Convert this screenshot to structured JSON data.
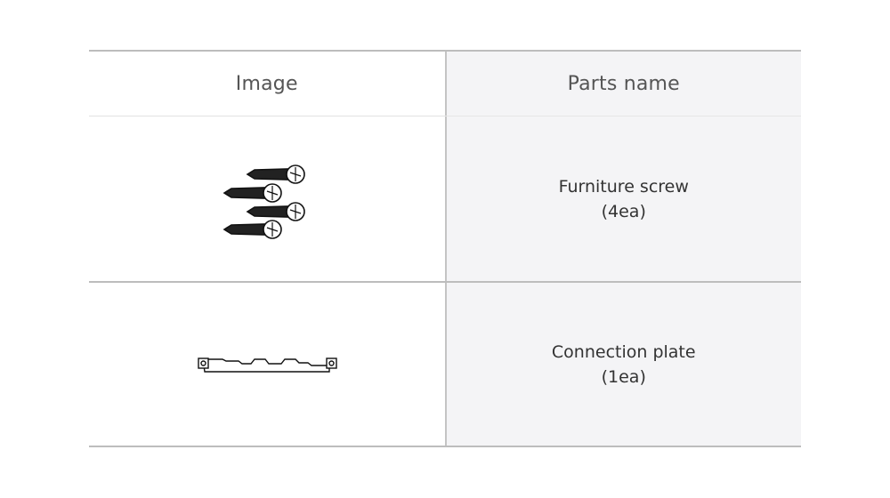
{
  "table": {
    "headers": {
      "image": "Image",
      "parts_name": "Parts name"
    },
    "rows": [
      {
        "image_icon": "furniture-screws-icon",
        "name_line1": "Furniture screw",
        "name_line2": "(4ea)"
      },
      {
        "image_icon": "connection-plate-icon",
        "name_line1": "Connection plate",
        "name_line2": "(1ea)"
      }
    ]
  },
  "colors": {
    "rule": "#bdbdbd",
    "name_column_bg": "#f4f4f6",
    "text": "#333333",
    "header_text": "#555555"
  }
}
